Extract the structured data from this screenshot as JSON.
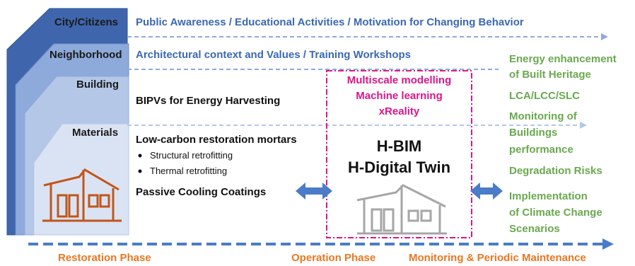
{
  "levels": {
    "city": "City/Citizens",
    "neighborhood": "Neighborhood",
    "building": "Building",
    "materials": "Materials"
  },
  "rows": {
    "city_actions": "Public Awareness  /  Educational Activities /    Motivation for Changing Behavior",
    "neighborhood_actions": "Architectural context and Values /  Training Workshops",
    "building_action": "BIPVs for Energy Harvesting",
    "materials_action": "Low-carbon restoration mortars",
    "materials_sub": [
      "Structural retrofitting",
      "Thermal retrofitting"
    ],
    "coatings": "Passive Cooling Coatings"
  },
  "center": {
    "tools": [
      "Multiscale modelling",
      "Machine learning",
      "xReality"
    ],
    "hbim": "H-BIM",
    "twin": "H-Digital Twin"
  },
  "right_list": [
    "Energy enhancement",
    "of Built Heritage",
    "LCA/LCC/SLC",
    "Monitoring of",
    "Buildings",
    "performance",
    "Degradation Risks",
    "Implementation",
    "of Climate Change",
    "Scenarios"
  ],
  "phases": {
    "restoration": "Restoration Phase",
    "operation": "Operation Phase",
    "monitoring": "Monitoring & Periodic Maintenance"
  },
  "colors": {
    "blue": "#3b68b3",
    "green": "#6aa84f",
    "pink": "#d8178a",
    "orange": "#e87722",
    "house_orange": "#c0561a",
    "house_gray": "#a6a6a6",
    "arrow_blue": "#4a7cc7"
  }
}
